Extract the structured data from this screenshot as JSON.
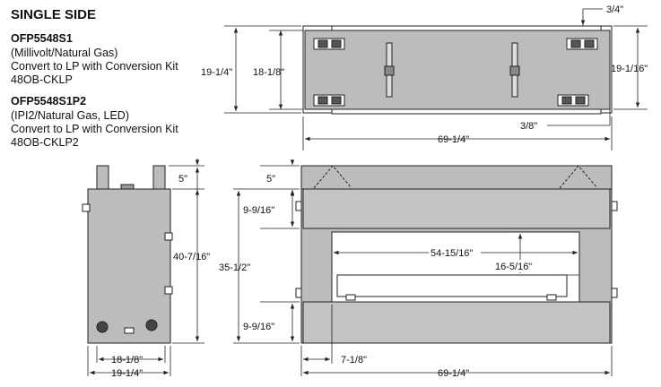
{
  "section_title": "SINGLE SIDE",
  "models": [
    {
      "model": "OFP5548S1",
      "desc1": "(Millivolt/Natural Gas)",
      "desc2": "Convert to LP with Conversion Kit",
      "desc3": "48OB-CKLP"
    },
    {
      "model": "OFP5548S1P2",
      "desc1": "(IPI2/Natural Gas, LED)",
      "desc2": "Convert to LP with Conversion Kit",
      "desc3": "48OB-CKLP2"
    }
  ],
  "dims": {
    "top_overhang": "3/4\"",
    "top_outer_height": "19-1/4\"",
    "top_inner_height": "18-1/8\"",
    "top_right_height": "19-1/16\"",
    "top_bottom_offset": "3/8\"",
    "top_width": "69-1/4\"",
    "side_top": "5\"",
    "side_height": "40-7/16\"",
    "side_inner_depth": "18-1/8\"",
    "side_outer_depth": "19-1/4\"",
    "front_top": "5\"",
    "front_upper_gap": "9-9/16\"",
    "front_height": "35-1/2\"",
    "front_lower_gap": "9-9/16\"",
    "front_opening_width": "54-15/16\"",
    "front_opening_height": "16-5/16\"",
    "front_side_offset": "7-1/8\"",
    "front_width": "69-1/4\""
  },
  "colors": {
    "panel": "#bcbcbc",
    "panel_light": "#d0d0d0",
    "line": "#222222"
  }
}
